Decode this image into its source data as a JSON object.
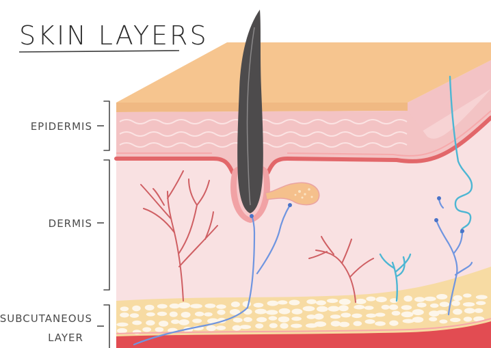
{
  "title": "SKIN LAYERS",
  "labels": {
    "epidermis": "EPIDERMIS",
    "dermis": "DERMIS",
    "subcutaneous_line1": "SUBCUTANEOUS",
    "subcutaneous_line2": "LAYER"
  },
  "colors": {
    "surface": "#f6c58f",
    "epidermis": "#f3c3c4",
    "basal_line": "#e2676a",
    "dermis": "#f9e1e2",
    "subcutaneous": "#f7dba3",
    "fat_cells": "#fdf6ea",
    "bottom_muscle": "#e24c52",
    "hair": "#4d4b4c",
    "artery": "#cf5f63",
    "nerve_blue": "#6f95e0",
    "vessel_cyan": "#4db6d3",
    "gland": "#f5c08c"
  }
}
